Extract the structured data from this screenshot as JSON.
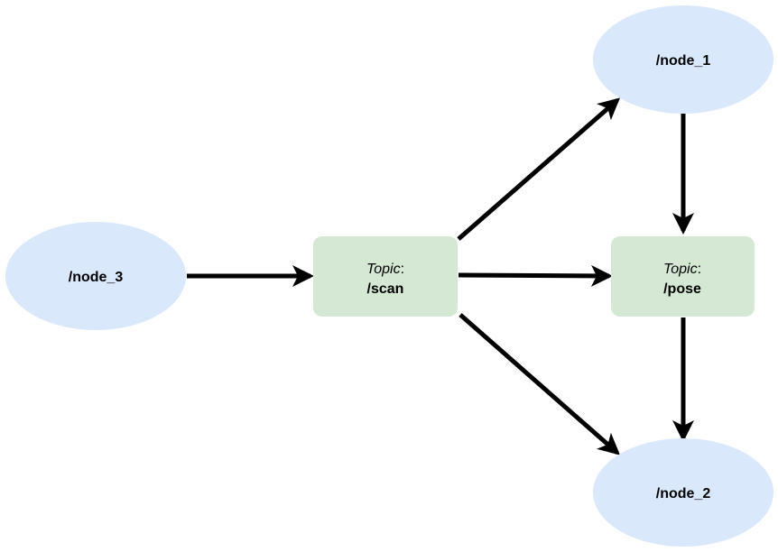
{
  "nodes": {
    "node_1": {
      "label": "/node_1"
    },
    "node_2": {
      "label": "/node_2"
    },
    "node_3": {
      "label": "/node_3"
    }
  },
  "topics": {
    "scan": {
      "prefix": "Topic",
      "colon": ":",
      "name": "/scan"
    },
    "pose": {
      "prefix": "Topic",
      "colon": ":",
      "name": "/pose"
    }
  },
  "colors": {
    "node_fill": "#dae8fc",
    "topic_fill": "#d5e8d4",
    "edge": "#000000"
  }
}
